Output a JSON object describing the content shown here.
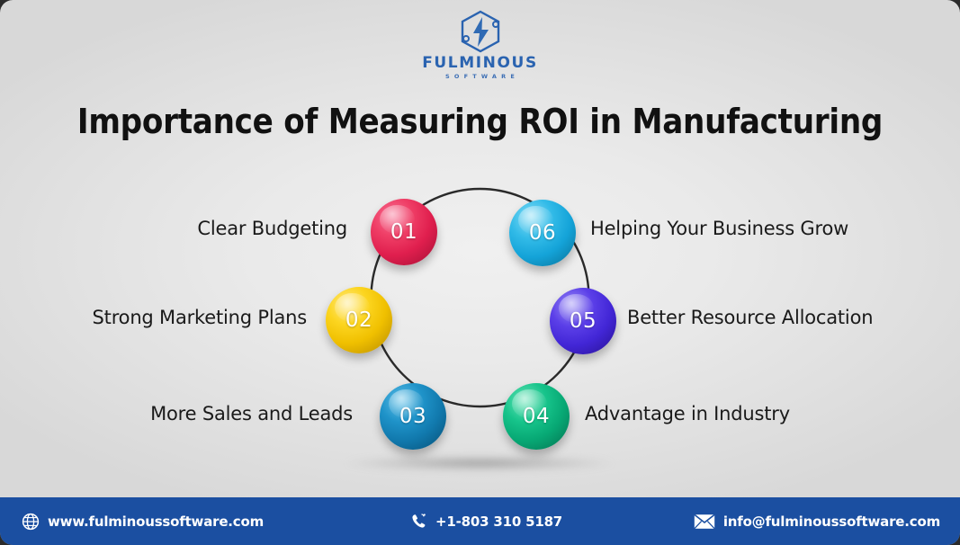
{
  "brand": {
    "logo_icon": "hexagon-lightning-logo-icon",
    "wordmark": "FULMINOUS",
    "subtitle": "SOFTWARE",
    "logo_color": "#2a63b0"
  },
  "title": "Importance of Measuring ROI in Manufacturing",
  "diagram": {
    "type": "circular-numbered-list",
    "nodes": [
      {
        "number": "01",
        "label": "Clear Budgeting",
        "color": "#e01f4e",
        "side": "left",
        "position": "top-left"
      },
      {
        "number": "02",
        "label": "Strong Marketing Plans",
        "color": "#f0c000",
        "side": "left",
        "position": "middle-left"
      },
      {
        "number": "03",
        "label": "More Sales and Leads",
        "color": "#1179ad",
        "side": "left",
        "position": "bottom-left"
      },
      {
        "number": "04",
        "label": "Advantage in Industry",
        "color": "#07a874",
        "side": "right",
        "position": "bottom-right"
      },
      {
        "number": "05",
        "label": "Better Resource Allocation",
        "color": "#4226d6",
        "side": "right",
        "position": "middle-right"
      },
      {
        "number": "06",
        "label": "Helping Your Business Grow",
        "color": "#14a3d8",
        "side": "right",
        "position": "top-right"
      }
    ]
  },
  "footer": {
    "background_color": "#1b4fa1",
    "website": {
      "icon": "globe-icon",
      "text": "www.fulminoussoftware.com"
    },
    "phone": {
      "icon": "phone-icon",
      "text": "+1-803 310 5187"
    },
    "email": {
      "icon": "envelope-icon",
      "text": "info@fulminoussoftware.com"
    }
  }
}
